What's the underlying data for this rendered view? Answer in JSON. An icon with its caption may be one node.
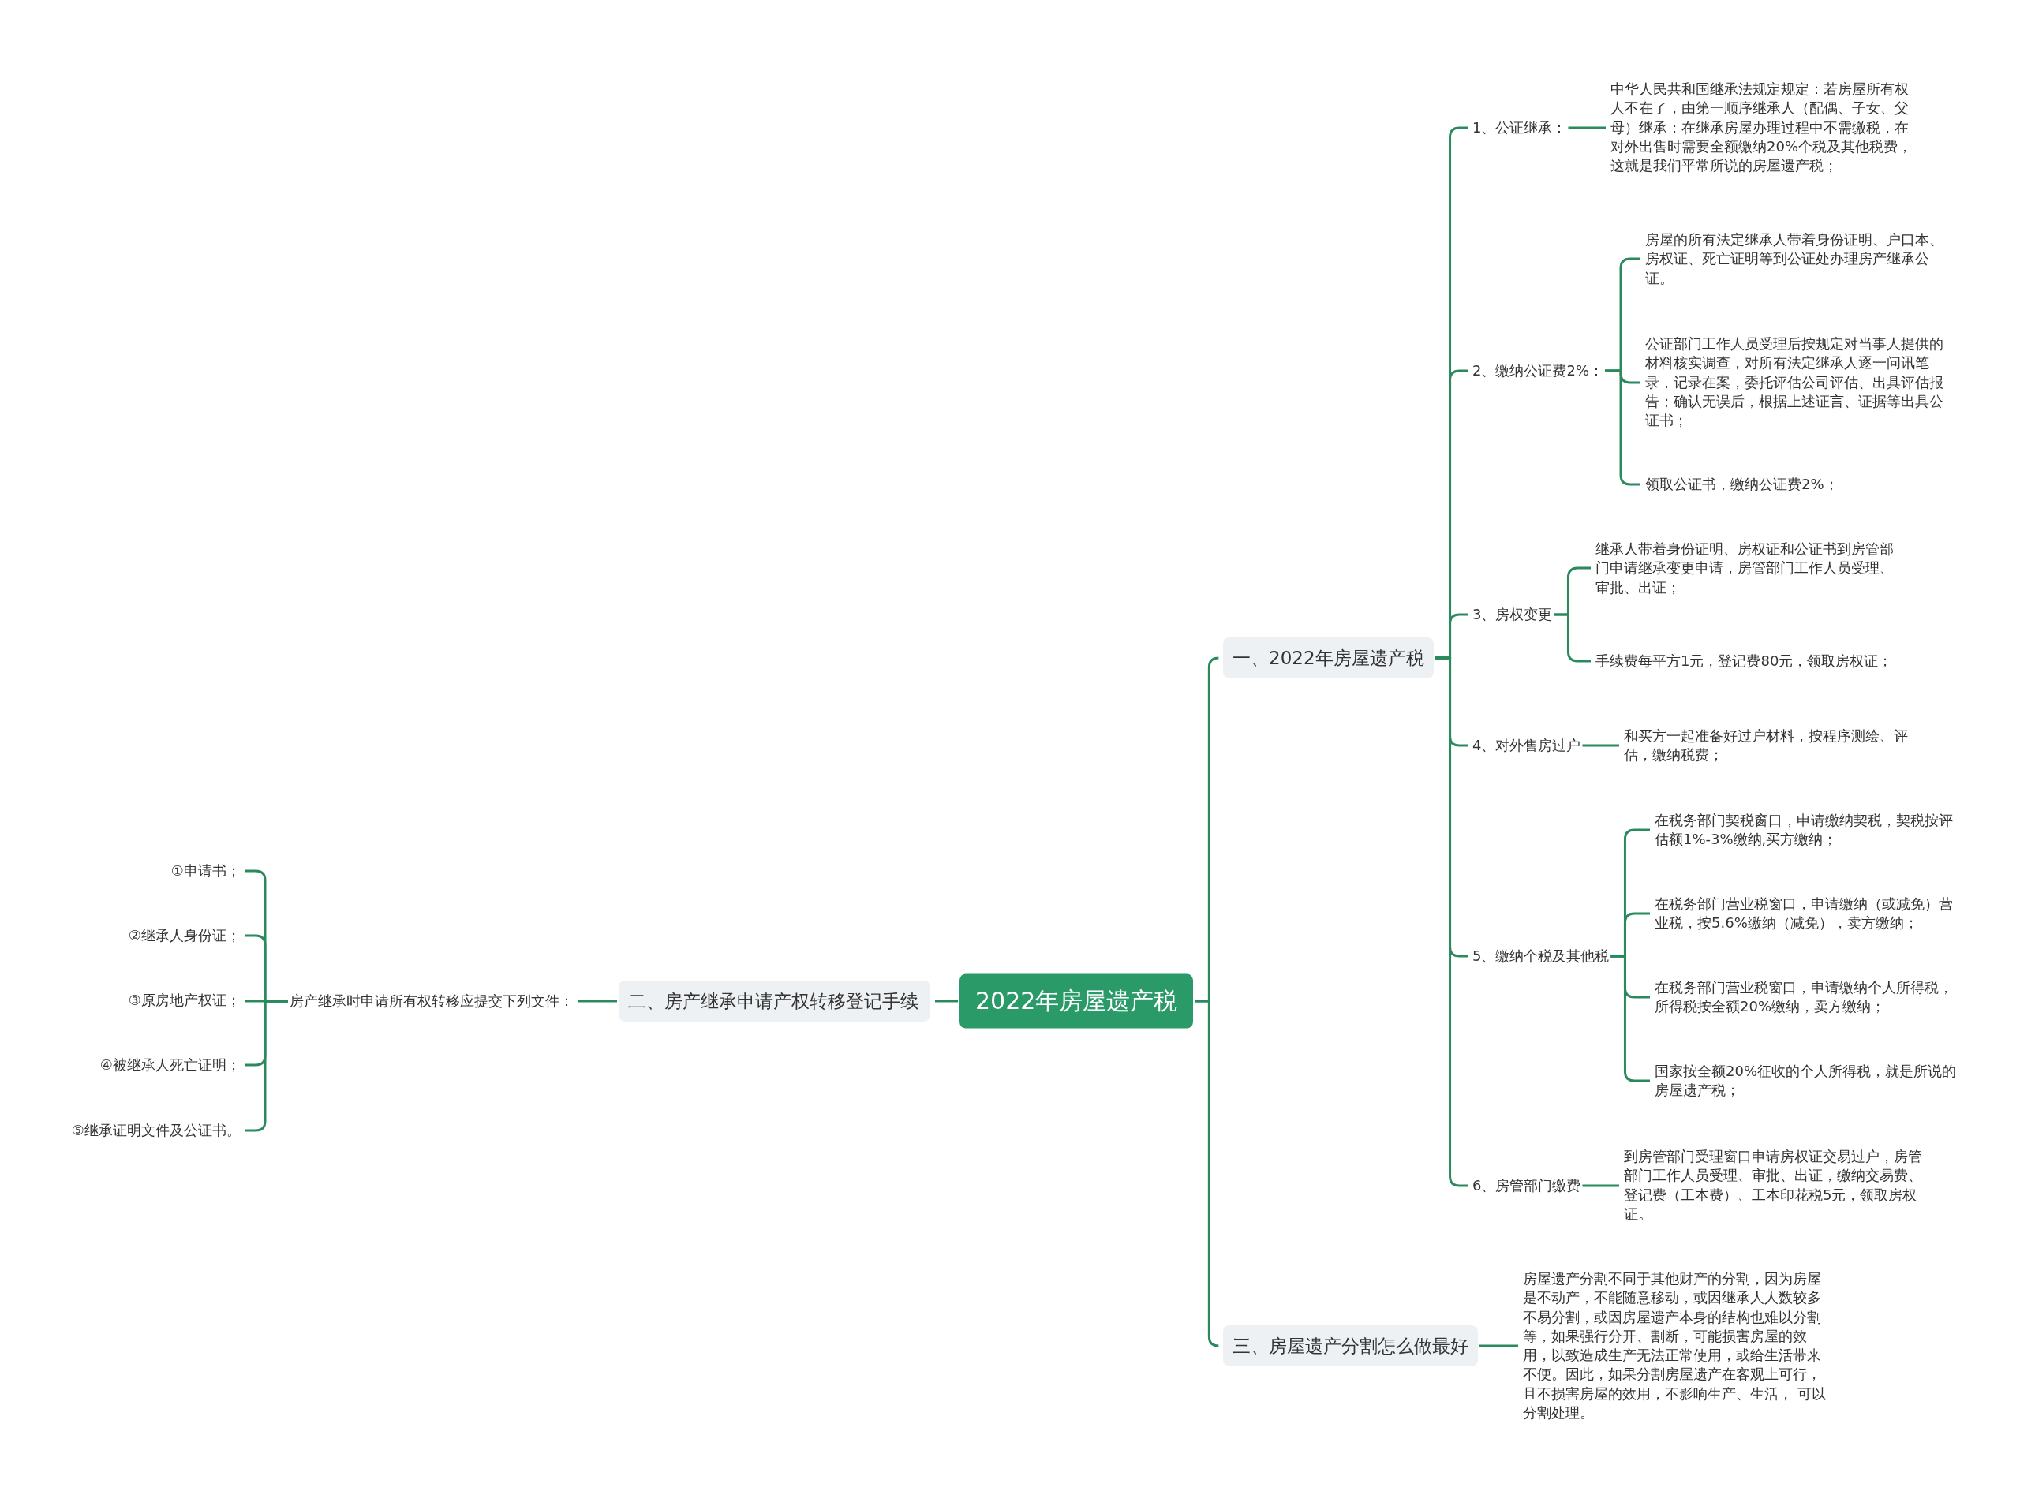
{
  "diagram": {
    "nodes": [
      {
        "text": [
          "2022年房屋遗产税"
        ]
      },
      {
        "text": [
          "一、2022年房屋遗产税"
        ]
      },
      {
        "text": [
          "1、公证继承："
        ]
      },
      {
        "text": [
          "中华人民共和国继承法规定规定：若房屋所有权人不在了，由第一顺序继承人（配偶、子女、父母）继承；在继承房屋办理过程中不需缴税，在对外出售时需要全额缴纳20%个税及其他税费，这就是我们平常所说的房屋遗产税；"
        ]
      },
      {
        "text": [
          "2、缴纳公证费2%："
        ]
      },
      {
        "text": [
          "房屋的所有法定继承人带着身份证明、户口本、房权证、死亡证明等到公证处办理房产继承公证。"
        ]
      },
      {
        "text": [
          "公证部门工作人员受理后按规定对当事人提供的材料核实调查，对所有法定继承人逐一问讯笔录，记录在案，委托评估公司评估、出具评估报告；确认无误后，根据上述证言、证据等出具公证书；"
        ]
      },
      {
        "text": [
          "领取公证书，缴纳公证费2%；"
        ]
      },
      {
        "text": [
          "3、房权变更"
        ]
      },
      {
        "text": [
          "继承人带着身份证明、房权证和公证书到房管部门申请继承变更申请，房管部门工作人员受理、审批、出证；"
        ]
      },
      {
        "text": [
          "手续费每平方1元，登记费80元，领取房权证；"
        ]
      },
      {
        "text": [
          "4、对外售房过户"
        ]
      },
      {
        "text": [
          "和买方一起准备好过户材料，按程序测绘、评估，缴纳税费；"
        ]
      },
      {
        "text": [
          "5、缴纳个税及其他税"
        ]
      },
      {
        "text": [
          "在税务部门契税窗口，申请缴纳契税，契税按评估额1%-3%缴纳,买方缴纳；"
        ]
      },
      {
        "text": [
          "在税务部门营业税窗口，申请缴纳（或减免）营业税，按5.6%缴纳（减免），卖方缴纳；"
        ]
      },
      {
        "text": [
          "在税务部门营业税窗口，申请缴纳个人所得税，所得税按全额20%缴纳，卖方缴纳；"
        ]
      },
      {
        "text": [
          "国家按全额20%征收的个人所得税，就是所说的房屋遗产税；"
        ]
      },
      {
        "text": [
          "6、房管部门缴费"
        ]
      },
      {
        "text": [
          "到房管部门受理窗口申请房权证交易过户，房管部门工作人员受理、审批、出证，缴纳交易费、登记费（工本费）、工本印花税5元，领取房权证。"
        ]
      },
      {
        "text": [
          "三、房屋遗产分割怎么做最好"
        ]
      },
      {
        "text": [
          "房屋遗产分割不同于其他财产的分割，因为房屋是不动产，不能随意移动，或因继承人人数较多不易分割，或因房屋遗产本身的结构也难以分割等，如果强行分开、割断，可能损害房屋的效用，以致造成生产无法正常使用，或给生活带来不便。因此，如果分割房屋遗产在客观上可行，且不损害房屋的效用，不影响生产、生活， 可以分割处理。"
        ]
      },
      {
        "text": [
          "二、房产继承申请产权转移登记手续"
        ]
      },
      {
        "text": [
          "房产继承时申请所有权转移应提交下列文件："
        ]
      },
      {
        "text": [
          "①申请书；"
        ]
      },
      {
        "text": [
          "②继承人身份证；"
        ]
      },
      {
        "text": [
          "③原房地产权证；"
        ]
      },
      {
        "text": [
          "④被继承人死亡证明；"
        ]
      },
      {
        "text": [
          "⑤继承证明文件及公证书。"
        ]
      }
    ],
    "edges": [
      {
        "from": 0,
        "to": 1,
        "arrow": "none"
      },
      {
        "from": 1,
        "to": 2,
        "arrow": "none"
      },
      {
        "from": 2,
        "to": 3,
        "arrow": "none"
      },
      {
        "from": 1,
        "to": 4,
        "arrow": "none"
      },
      {
        "from": 4,
        "to": 5,
        "arrow": "none"
      },
      {
        "from": 4,
        "to": 6,
        "arrow": "none"
      },
      {
        "from": 4,
        "to": 7,
        "arrow": "none"
      },
      {
        "from": 1,
        "to": 8,
        "arrow": "none"
      },
      {
        "from": 8,
        "to": 9,
        "arrow": "none"
      },
      {
        "from": 8,
        "to": 10,
        "arrow": "none"
      },
      {
        "from": 1,
        "to": 11,
        "arrow": "none"
      },
      {
        "from": 11,
        "to": 12,
        "arrow": "none"
      },
      {
        "from": 1,
        "to": 13,
        "arrow": "none"
      },
      {
        "from": 13,
        "to": 14,
        "arrow": "none"
      },
      {
        "from": 13,
        "to": 15,
        "arrow": "none"
      },
      {
        "from": 13,
        "to": 16,
        "arrow": "none"
      },
      {
        "from": 13,
        "to": 17,
        "arrow": "none"
      },
      {
        "from": 1,
        "to": 18,
        "arrow": "none"
      },
      {
        "from": 18,
        "to": 19,
        "arrow": "none"
      },
      {
        "from": 0,
        "to": 20,
        "arrow": "none"
      },
      {
        "from": 20,
        "to": 21,
        "arrow": "none"
      },
      {
        "from": 0,
        "to": 22,
        "arrow": "none"
      },
      {
        "from": 22,
        "to": 23,
        "arrow": "none"
      },
      {
        "from": 23,
        "to": 24,
        "arrow": "none"
      },
      {
        "from": 23,
        "to": 25,
        "arrow": "none"
      },
      {
        "from": 23,
        "to": 26,
        "arrow": "none"
      },
      {
        "from": 23,
        "to": 27,
        "arrow": "none"
      },
      {
        "from": 23,
        "to": 28,
        "arrow": "none"
      }
    ]
  }
}
